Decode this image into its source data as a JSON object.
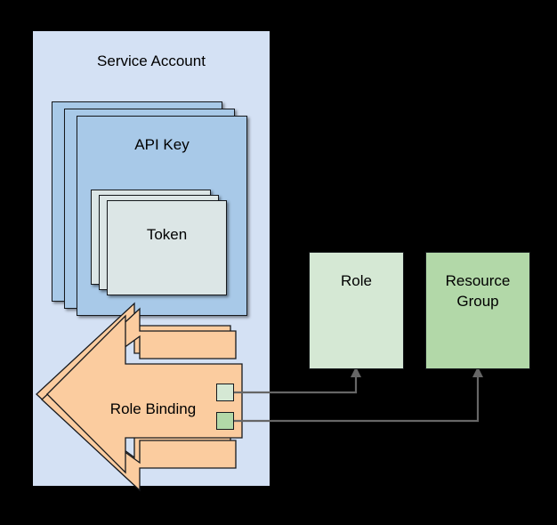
{
  "diagram": {
    "title_visible": false,
    "background_color": "#000000",
    "nodes": {
      "service_account": {
        "label": "Service Account",
        "fill": "#d4e1f4",
        "kind": "container"
      },
      "api_key": {
        "label": "API Key",
        "fill": "#a8c9e8",
        "kind": "stacked-card",
        "stack_count": 3
      },
      "token": {
        "label": "Token",
        "fill": "#dce6e6",
        "kind": "stacked-card",
        "stack_count": 3
      },
      "role_binding": {
        "label": "Role Binding",
        "fill": "#fbcc9f",
        "kind": "stacked-arrow-left",
        "stack_count": 3
      },
      "role": {
        "label": "Role",
        "fill": "#d5e8d4",
        "kind": "box"
      },
      "resource_group": {
        "label": "Resource Group",
        "fill": "#b2d8a8",
        "kind": "box"
      }
    },
    "ports": [
      {
        "name": "role-port",
        "fill": "#d5e8d4",
        "target": "Role"
      },
      {
        "name": "resource-group-port",
        "fill": "#b2d8a8",
        "target": "Resource Group"
      }
    ],
    "edges": [
      {
        "from": "Role Binding",
        "to": "Role",
        "color": "#666666",
        "arrow": "to"
      },
      {
        "from": "Role Binding",
        "to": "Resource Group",
        "color": "#666666",
        "arrow": "to"
      }
    ]
  }
}
